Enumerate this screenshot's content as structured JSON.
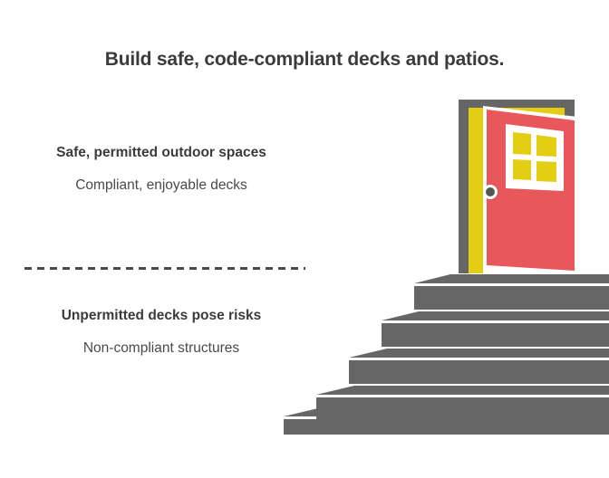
{
  "headline": "Build safe, code-compliant decks and patios.",
  "blocks": [
    {
      "title": "Safe, permitted outdoor spaces",
      "subtitle": "Compliant, enjoyable decks"
    },
    {
      "title": "Unpermitted decks pose risks",
      "subtitle": "Non-compliant structures"
    }
  ],
  "artwork": {
    "door_label": "door-illustration",
    "stairs_label": "stairs-illustration",
    "step_count": 5
  },
  "colors": {
    "text_dark": "#3b3b3b",
    "text_body": "#4a4a4a",
    "gray": "#666666",
    "yellow": "#E3CE14",
    "red": "#E8575B",
    "white": "#ffffff",
    "background": "#ffffff"
  }
}
